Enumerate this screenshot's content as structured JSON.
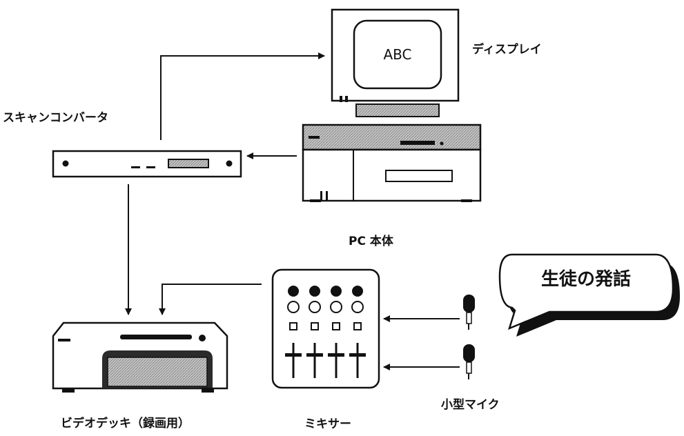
{
  "labels": {
    "display": "ディスプレイ",
    "display_screen_text": "ABC",
    "scan_converter": "スキャンコンバータ",
    "pc_body": "PC 本体",
    "speech_bubble": "生徒の発話",
    "video_deck": "ビデオデッキ（録画用）",
    "mixer": "ミキサー",
    "small_mic": "小型マイク"
  },
  "colors": {
    "line": "#111111",
    "dark_fill": "#5a5a5a",
    "hatch_fill": "#b8b8b8",
    "background": "#ffffff"
  },
  "icons": [
    "display-monitor-icon",
    "pc-tower-icon",
    "scan-converter-icon",
    "video-deck-icon",
    "mixer-icon",
    "microphone-icon",
    "speech-bubble-icon"
  ]
}
